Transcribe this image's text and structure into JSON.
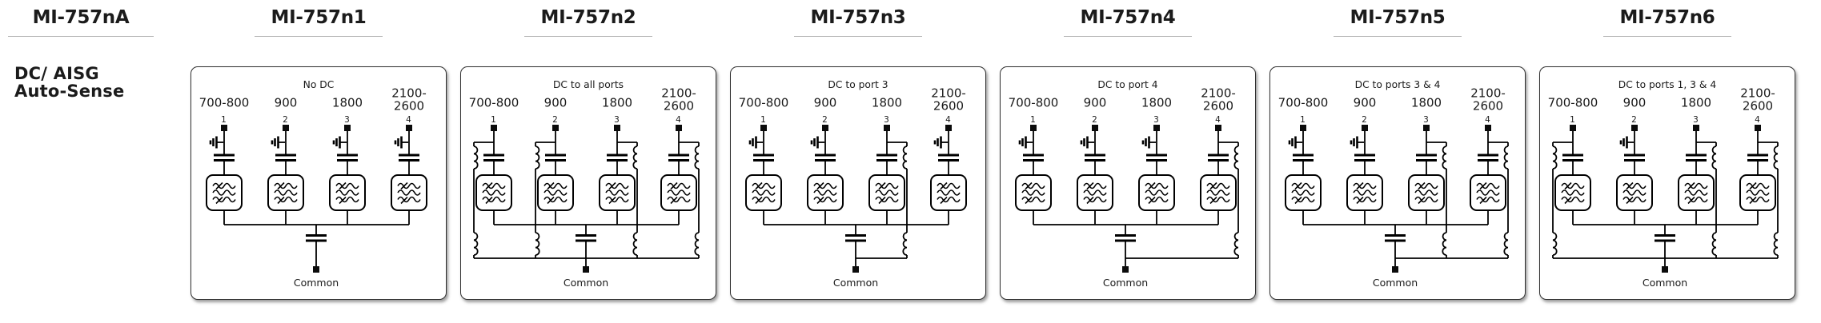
{
  "table": {
    "base_column_title": "MI-757nA",
    "row_label_line1": "DC/ AISG",
    "row_label_line2": "Auto-Sense"
  },
  "ports": [
    {
      "number": "1",
      "label_lines": [
        "700-800"
      ]
    },
    {
      "number": "2",
      "label_lines": [
        "900"
      ]
    },
    {
      "number": "3",
      "label_lines": [
        "1800"
      ]
    },
    {
      "number": "4",
      "label_lines": [
        "2100-",
        "2600"
      ]
    }
  ],
  "common_port_label": "Common",
  "variants": [
    {
      "title": "MI-757n1",
      "dc_note": "No DC",
      "grounded_ports": [
        1,
        2,
        3,
        4
      ],
      "dc_bypass_ports": []
    },
    {
      "title": "MI-757n2",
      "dc_note": "DC to all ports",
      "grounded_ports": [],
      "dc_bypass_ports": [
        {
          "port": 1,
          "side": "left"
        },
        {
          "port": 2,
          "side": "left"
        },
        {
          "port": 3,
          "side": "right"
        },
        {
          "port": 4,
          "side": "right"
        }
      ]
    },
    {
      "title": "MI-757n3",
      "dc_note": "DC to port 3",
      "grounded_ports": [
        1,
        2,
        4
      ],
      "dc_bypass_ports": [
        {
          "port": 3,
          "side": "right"
        }
      ]
    },
    {
      "title": "MI-757n4",
      "dc_note": "DC to port 4",
      "grounded_ports": [
        1,
        2,
        3
      ],
      "dc_bypass_ports": [
        {
          "port": 4,
          "side": "right"
        }
      ]
    },
    {
      "title": "MI-757n5",
      "dc_note": "DC to ports 3 & 4",
      "grounded_ports": [
        1,
        2
      ],
      "dc_bypass_ports": [
        {
          "port": 3,
          "side": "right"
        },
        {
          "port": 4,
          "side": "right"
        }
      ]
    },
    {
      "title": "MI-757n6",
      "dc_note": "DC to ports 1, 3 & 4",
      "grounded_ports": [
        2
      ],
      "dc_bypass_ports": [
        {
          "port": 1,
          "side": "left"
        },
        {
          "port": 3,
          "side": "right"
        },
        {
          "port": 4,
          "side": "right"
        }
      ]
    }
  ],
  "colors": {
    "line": "#000000",
    "text": "#1a1a1a",
    "box_border": "#2f2f2f",
    "header_underline": "#b4b4b4",
    "background": "#ffffff"
  }
}
